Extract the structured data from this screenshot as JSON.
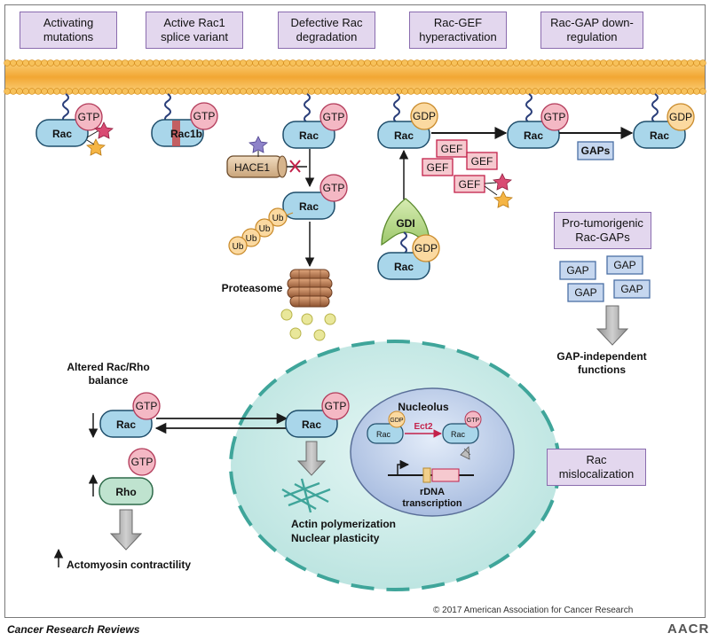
{
  "boxes": {
    "activating": "Activating mutations",
    "splice": "Active Rac1 splice variant",
    "degradation": "Defective Rac degradation",
    "gef_hyper": "Rac-GEF hyperactivation",
    "gap_down": "Rac-GAP down-regulation",
    "pro_tumorigenic": "Pro-tumorigenic Rac-GAPs",
    "mislocalization": "Rac mislocalization"
  },
  "labels": {
    "rac": "Rac",
    "rac1b": "Rac1b",
    "rho": "Rho",
    "gtp": "GTP",
    "gdp": "GDP",
    "hace1": "HACE1",
    "ub": "Ub",
    "proteasome": "Proteasome",
    "gdi": "GDI",
    "gef": "GEF",
    "gap": "GAP",
    "gaps": "GAPs",
    "gap_independent": "GAP-independent functions",
    "altered_balance": "Altered Rac/Rho balance",
    "actomyosin": "Actomyosin contractility",
    "actin": "Actin polymerization",
    "nuclear_plasticity": "Nuclear plasticity",
    "nucleolus": "Nucleolus",
    "ect2": "Ect2",
    "rdna": "rDNA",
    "transcription": "transcription"
  },
  "footer": {
    "copyright": "© 2017 American Association for Cancer Research",
    "journal": "Cancer Research Reviews",
    "logo": "AACR"
  },
  "colors": {
    "membrane": "#f4b040",
    "rac_fill": "#a9d6ea",
    "gtp_fill": "#f4b8c4",
    "gdp_fill": "#fbd9a0",
    "box_fill": "#e3d7ee",
    "nucleus_fill": "#c9ebe8",
    "nucleus_border": "#3fa59a"
  }
}
